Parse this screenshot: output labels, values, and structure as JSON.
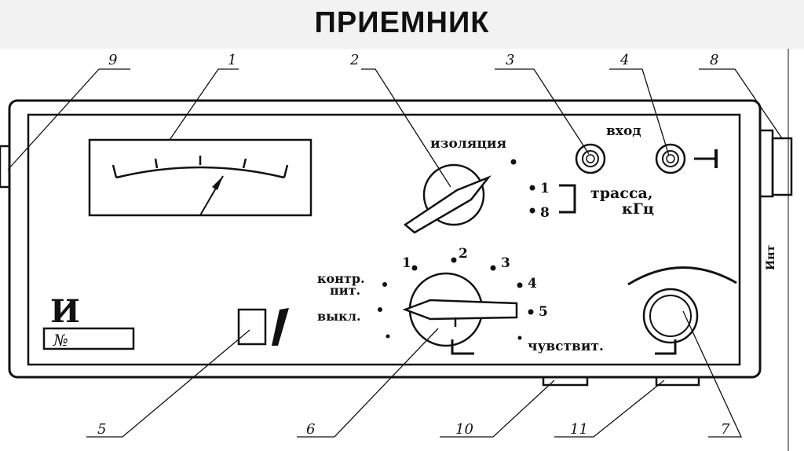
{
  "title": "ПРИЕМНИК",
  "panel": {
    "izolyatsiya": "изоляция",
    "vkhod": "вход",
    "trassa": "трасса,",
    "khz": "кГц",
    "freq_1": "1",
    "freq_8": "8",
    "kontr": "контр.",
    "pit": "пит.",
    "vykl": "выкл.",
    "chuvstvit": "чувствит.",
    "pos_1": "1",
    "pos_2": "2",
    "pos_3": "3",
    "pos_4": "4",
    "pos_5": "5",
    "logo": "И",
    "number_label": "№",
    "side_label": "Инт"
  },
  "callouts": [
    "1",
    "2",
    "3",
    "4",
    "5",
    "6",
    "7",
    "8",
    "9",
    "10",
    "11"
  ]
}
